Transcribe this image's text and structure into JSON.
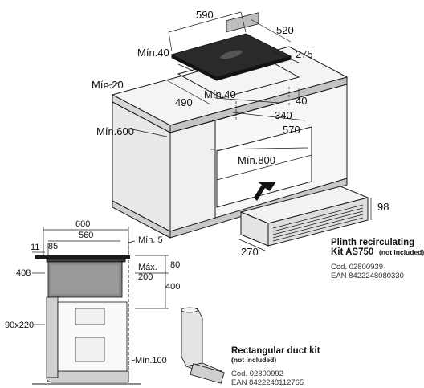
{
  "kitchen": {
    "dims": {
      "d590": "590",
      "d520": "520",
      "d275": "275",
      "min40a": "Mín.40",
      "min40b": "Mín.40",
      "d40": "40",
      "min20": "Mín.20",
      "d490": "490",
      "d340": "340",
      "min600": "Mín.600",
      "d570": "570",
      "min800": "Mín.800"
    }
  },
  "plinth_unit": {
    "width": "270",
    "height": "98"
  },
  "section": {
    "dims": {
      "d600": "600",
      "d560": "560",
      "d11": "11",
      "d85": "85",
      "min5": "Mín. 5",
      "d408": "408",
      "max200_a": "Máx.",
      "max200_b": "200",
      "d80": "80",
      "d400": "400",
      "duct": "90x220",
      "min100": "Mín.100"
    }
  },
  "products": [
    {
      "title_lines": [
        "Plinth recirculating",
        "Kit AS750"
      ],
      "note": "(not included)",
      "cod": "Cod. 02800939",
      "ean": "EAN 8422248080330"
    },
    {
      "title_lines": [
        "Rectangular duct kit"
      ],
      "note": "(not included)",
      "cod": "Cod. 02800992",
      "ean": "EAN 8422248112765"
    }
  ]
}
